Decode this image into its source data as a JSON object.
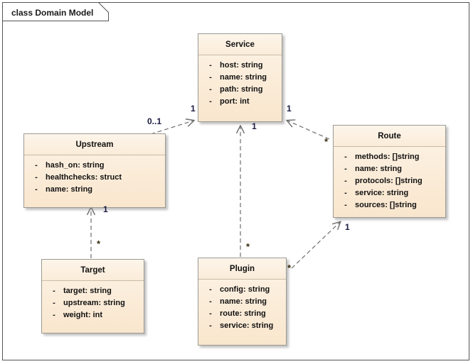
{
  "frame": {
    "keyword": "class",
    "title": "Domain Model",
    "label": "class Domain Model"
  },
  "classes": [
    {
      "id": "service",
      "name": "Service",
      "attributes": [
        {
          "visibility": "-",
          "signature": "host: string"
        },
        {
          "visibility": "-",
          "signature": "name: string"
        },
        {
          "visibility": "-",
          "signature": "path: string"
        },
        {
          "visibility": "-",
          "signature": "port: int"
        }
      ]
    },
    {
      "id": "upstream",
      "name": "Upstream",
      "attributes": [
        {
          "visibility": "-",
          "signature": "hash_on: string"
        },
        {
          "visibility": "-",
          "signature": "healthchecks: struct"
        },
        {
          "visibility": "-",
          "signature": "name: string"
        }
      ]
    },
    {
      "id": "route",
      "name": "Route",
      "attributes": [
        {
          "visibility": "-",
          "signature": "methods: []string"
        },
        {
          "visibility": "-",
          "signature": "name: string"
        },
        {
          "visibility": "-",
          "signature": "protocols: []string"
        },
        {
          "visibility": "-",
          "signature": "service: string"
        },
        {
          "visibility": "-",
          "signature": "sources: []string"
        }
      ]
    },
    {
      "id": "target",
      "name": "Target",
      "attributes": [
        {
          "visibility": "-",
          "signature": "target: string"
        },
        {
          "visibility": "-",
          "signature": "upstream: string"
        },
        {
          "visibility": "-",
          "signature": "weight: int"
        }
      ]
    },
    {
      "id": "plugin",
      "name": "Plugin",
      "attributes": [
        {
          "visibility": "-",
          "signature": "config: string"
        },
        {
          "visibility": "-",
          "signature": "name: string"
        },
        {
          "visibility": "-",
          "signature": "route: string"
        },
        {
          "visibility": "-",
          "signature": "service: string"
        }
      ]
    }
  ],
  "associations": [
    {
      "id": "upstream-service",
      "from": "Upstream",
      "to": "Service",
      "source_mult": "0..1",
      "target_mult": "1"
    },
    {
      "id": "route-service",
      "from": "Route",
      "to": "Service",
      "source_mult": "*",
      "target_mult": "1"
    },
    {
      "id": "plugin-service",
      "from": "Plugin",
      "to": "Service",
      "source_mult": "*",
      "target_mult": "1"
    },
    {
      "id": "target-upstream",
      "from": "Target",
      "to": "Upstream",
      "source_mult": "*",
      "target_mult": "1"
    },
    {
      "id": "plugin-route",
      "from": "Plugin",
      "to": "Route",
      "source_mult": "*",
      "target_mult": "1"
    }
  ],
  "multiplicity_labels": {
    "upstream_end": "0..1",
    "service_from_upstream": "1",
    "service_from_route": "1",
    "route_end_to_service": "*",
    "service_from_plugin": "1",
    "plugin_end_to_service": "*",
    "upstream_from_target": "1",
    "target_end": "*",
    "route_from_plugin": "1",
    "plugin_end_to_route": "*"
  },
  "colors": {
    "class_fill_top": "#fdf3e6",
    "class_fill_bottom": "#f9e6cd",
    "class_border": "#9a9a94",
    "frame_border": "#555555",
    "connector": "#6e6e6e",
    "multiplicity_text": "#1a1a40"
  }
}
